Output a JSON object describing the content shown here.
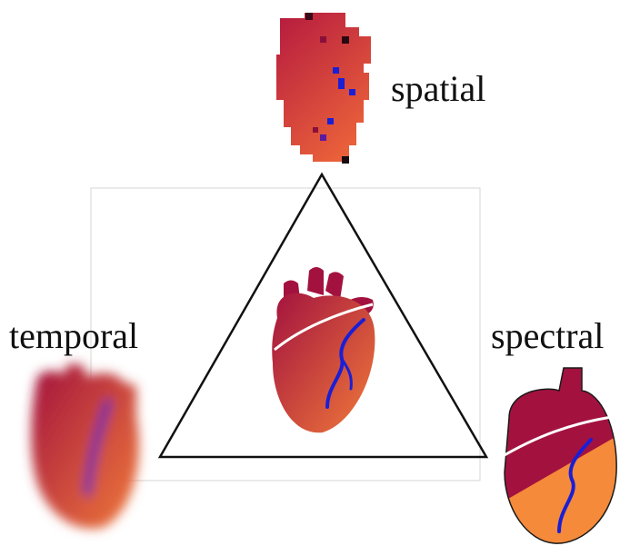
{
  "labels": {
    "spatial": "spatial",
    "temporal": "temporal",
    "spectral": "spectral"
  },
  "colors": {
    "heart_top": "#a3123f",
    "heart_bottom": "#f07a3a",
    "vessel": "#1a1fd6",
    "outline": "#111111",
    "frame": "#cccccc"
  }
}
